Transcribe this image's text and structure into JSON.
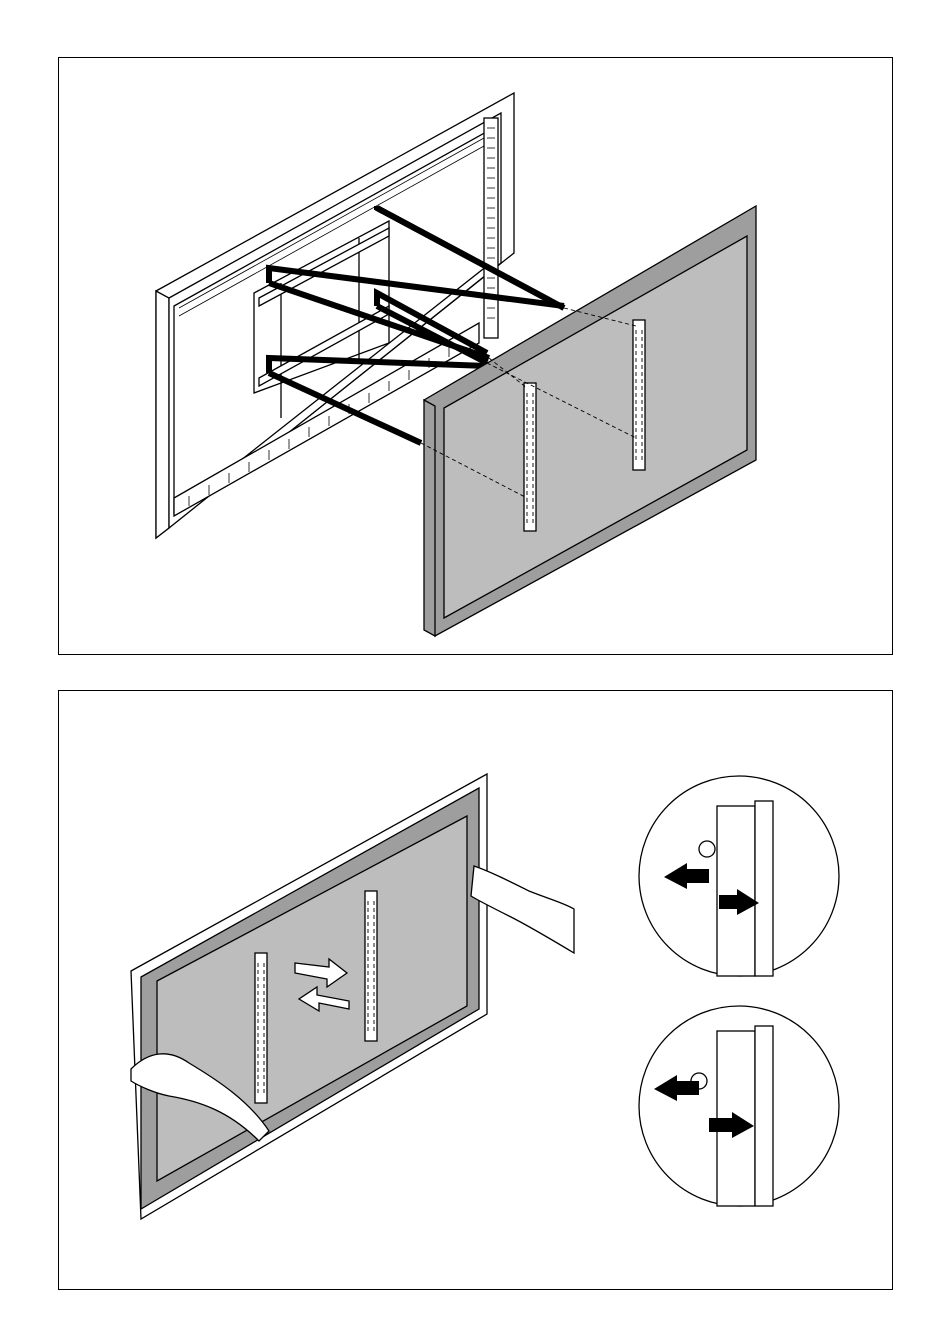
{
  "document": {
    "figures": [
      {
        "id": "fig-mount-alignment",
        "icons": [
          "wall-mount-frame",
          "display-panel",
          "vertical-bracket",
          "alignment-lines"
        ]
      },
      {
        "id": "fig-hang-display",
        "icons": [
          "display-panel",
          "hand-icon",
          "push-arrow-icon",
          "detail-circle",
          "lock-screw"
        ]
      }
    ],
    "colors": {
      "line": "#000000",
      "screen": "#bdbdbd",
      "bezel": "#9e9e9e",
      "background": "#ffffff"
    }
  }
}
